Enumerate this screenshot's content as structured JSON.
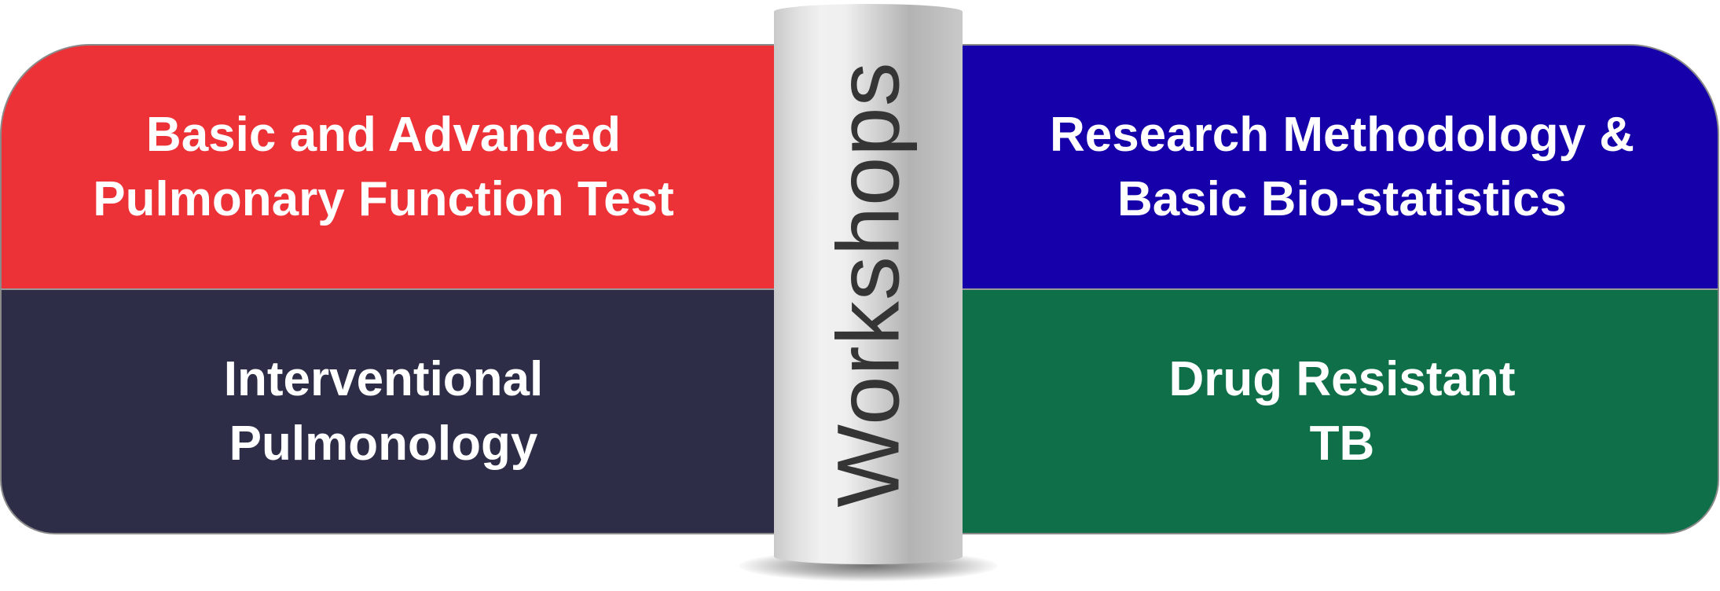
{
  "center_label": "Workshops",
  "workshops": [
    {
      "lines": [
        "Basic and Advanced",
        "Pulmonary Function Test"
      ],
      "color": "#EC3237"
    },
    {
      "lines": [
        "Research Methodology &",
        "Basic Bio-statistics"
      ],
      "color": "#1500AA"
    },
    {
      "lines": [
        "Interventional",
        "Pulmonology"
      ],
      "color": "#2D2D48"
    },
    {
      "lines": [
        "Drug Resistant",
        "TB"
      ],
      "color": "#0E6F48"
    }
  ]
}
